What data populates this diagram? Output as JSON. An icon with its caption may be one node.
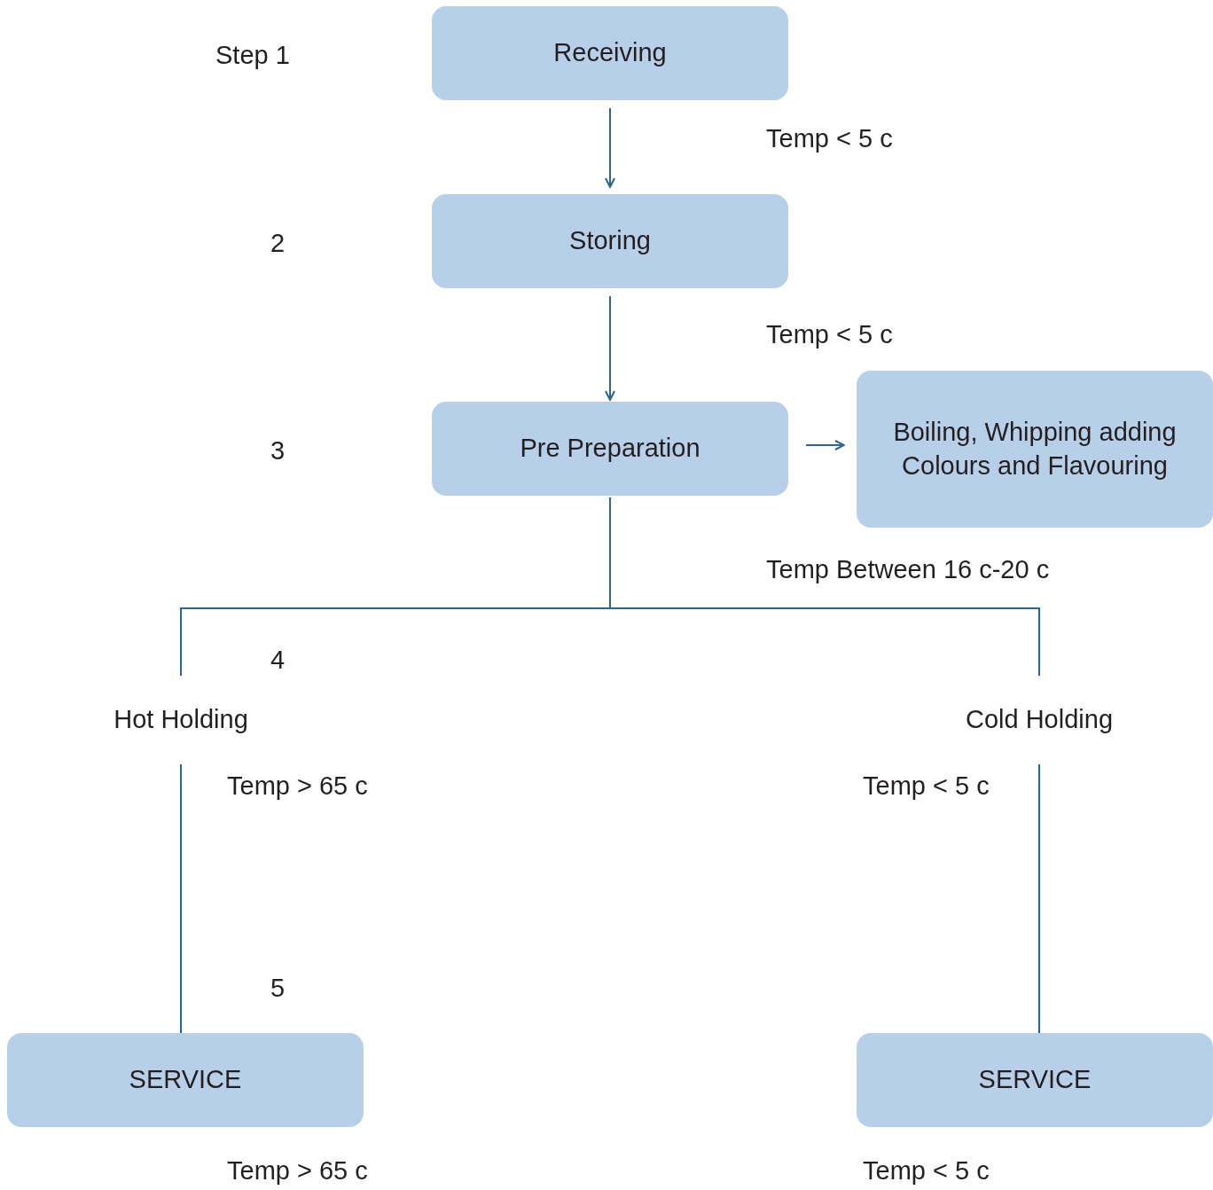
{
  "diagram": {
    "nodes": [
      {
        "text": [
          "Receiving"
        ]
      },
      {
        "text": [
          "Storing"
        ]
      },
      {
        "text": [
          "Pre Preparation"
        ]
      },
      {
        "text": [
          "Boiling, Whipping adding Colours and Flavouring"
        ]
      },
      {
        "text": [
          "Hot Holding"
        ]
      },
      {
        "text": [
          "Cold Holding"
        ]
      },
      {
        "text": [
          "SERVICE"
        ]
      },
      {
        "text": [
          "SERVICE"
        ]
      }
    ],
    "edges": [
      {
        "from": 0,
        "to": 1,
        "arrow": "to"
      },
      {
        "from": 1,
        "to": 2,
        "arrow": "to"
      },
      {
        "from": 2,
        "to": 3,
        "arrow": "to"
      },
      {
        "from": 2,
        "to": 4,
        "arrow": "none"
      },
      {
        "from": 2,
        "to": 5,
        "arrow": "none"
      },
      {
        "from": 4,
        "to": 6,
        "arrow": "none"
      },
      {
        "from": 5,
        "to": 7,
        "arrow": "none"
      }
    ],
    "labels": [
      "Step 1",
      "Temp < 5 c",
      "2",
      "Temp < 5 c",
      "3",
      "Temp Between 16 c-20 c",
      "4",
      "Temp > 65 c",
      "Temp < 5 c",
      "5",
      "Temp > 65 c",
      "Temp < 5 c"
    ]
  }
}
